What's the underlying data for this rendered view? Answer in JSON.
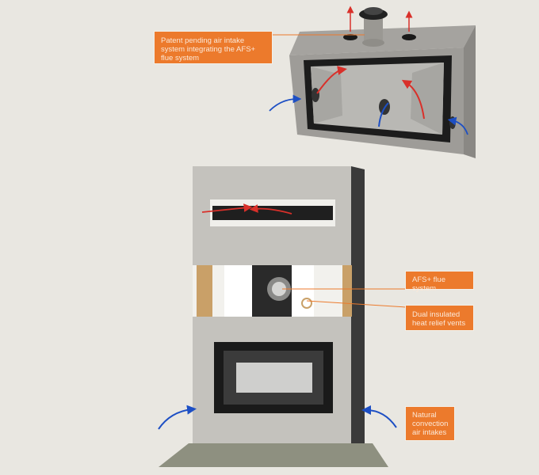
{
  "callouts": {
    "air_intake": "Patent pending air intake system integrating the AFS+ flue system",
    "flue": "AFS+ flue system",
    "vents": "Dual insulated heat relief vents",
    "convection": "Natural convection air intakes"
  },
  "colors": {
    "accent": "#ec7a2c",
    "background": "#e9e7e1",
    "hot_arrow": "#d9302a",
    "cold_arrow": "#1d4fc4"
  }
}
